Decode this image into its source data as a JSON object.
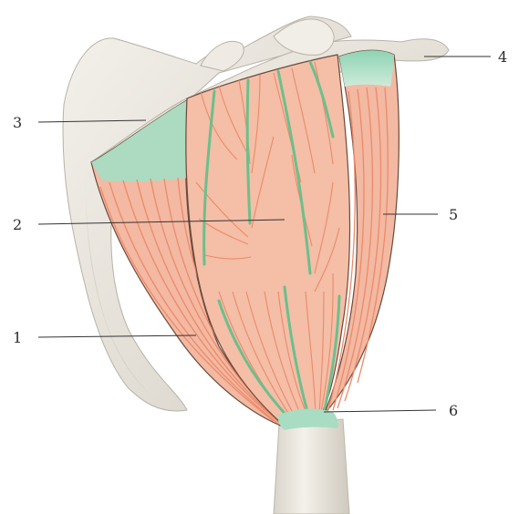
{
  "diagram": {
    "subject": "deltoid-muscle-illustration",
    "labels": [
      {
        "id": "label-1",
        "text": "1"
      },
      {
        "id": "label-2",
        "text": "2"
      },
      {
        "id": "label-3",
        "text": "3"
      },
      {
        "id": "label-4",
        "text": "4"
      },
      {
        "id": "label-5",
        "text": "5"
      },
      {
        "id": "label-6",
        "text": "6"
      }
    ],
    "colors": {
      "muscle": "#f3b9a2",
      "muscle_fiber": "#ec8a6a",
      "tendon": "#9fdcc0",
      "tendon_line": "#6cbf8c",
      "bone": "#ece8e0",
      "bone_shade": "#cbc6bc",
      "outline": "#4a3a32"
    }
  }
}
